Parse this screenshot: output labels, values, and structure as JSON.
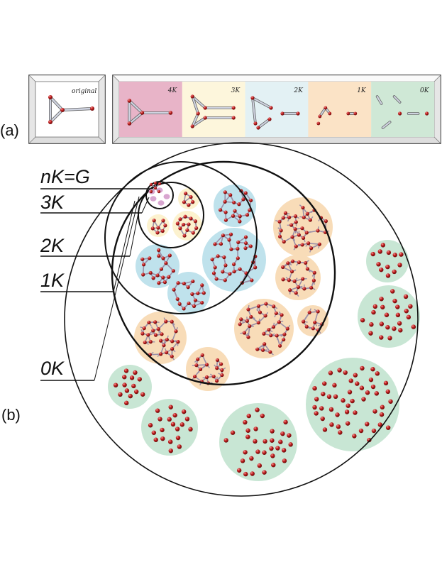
{
  "panel_labels": {
    "a": "(a)",
    "b": "(b)"
  },
  "panel_a": {
    "original_label": "original",
    "frames": [
      {
        "label": "4K",
        "color": "#e8b4c8"
      },
      {
        "label": "3K",
        "color": "#fdf6dc"
      },
      {
        "label": "2K",
        "color": "#e3f1f4"
      },
      {
        "label": "1K",
        "color": "#fbe3c6"
      },
      {
        "label": "0K",
        "color": "#cfe8d6"
      }
    ]
  },
  "panel_b": {
    "levels": [
      "nK=G",
      "3K",
      "2K",
      "1K",
      "0K"
    ],
    "colors": {
      "nK": "#d8a6d0",
      "3K": "#fcf2cf",
      "2K": "#bfe2ec",
      "1K": "#f8dcb8",
      "0K": "#c8e6d4",
      "node": "#b22222",
      "edge": "#9a8fa8"
    }
  }
}
